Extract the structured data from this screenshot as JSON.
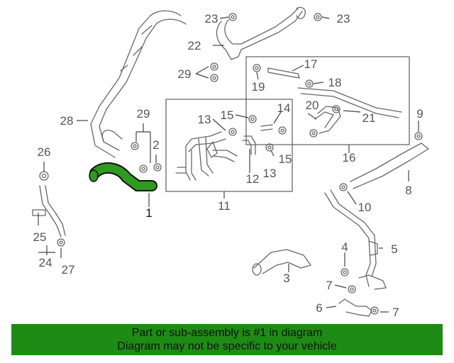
{
  "callouts": {
    "c1": "1",
    "c2": "2",
    "c3": "3",
    "c4": "4",
    "c5": "5",
    "c6": "6",
    "c7a": "7",
    "c7b": "7",
    "c8": "8",
    "c9": "9",
    "c10": "10",
    "c11": "11",
    "c12": "12",
    "c13a": "13",
    "c13b": "13",
    "c14": "14",
    "c15a": "15",
    "c15b": "15",
    "c16": "16",
    "c17": "17",
    "c18": "18",
    "c19": "19",
    "c20": "20",
    "c21": "21",
    "c22": "22",
    "c23a": "23",
    "c23b": "23",
    "c24": "24",
    "c25": "25",
    "c26": "26",
    "c27": "27",
    "c28": "28",
    "c29a": "29",
    "c29b": "29"
  },
  "banner": {
    "line1": "Part or sub-assembly is #1 in diagram",
    "line2": "Diagram may not be specific to your vehicle"
  },
  "colors": {
    "highlight": "#2e9a1e",
    "banner": "#1e8c14",
    "line": "#666666"
  }
}
